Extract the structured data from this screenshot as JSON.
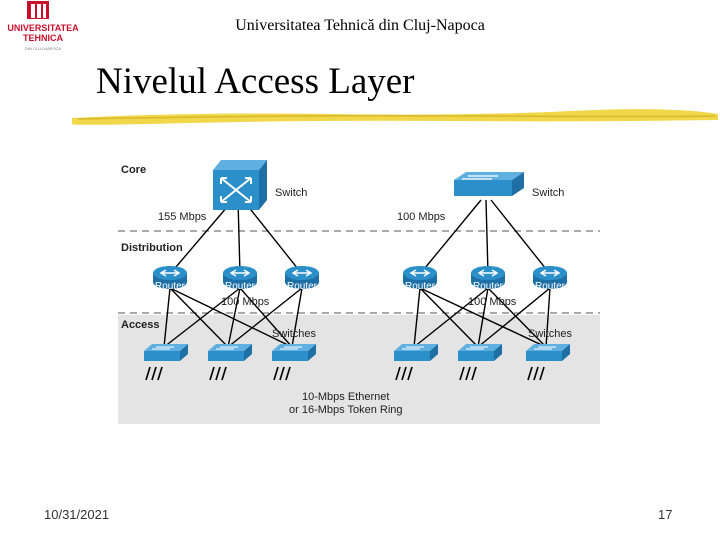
{
  "logo": {
    "line1": "UNIVERSITATEA",
    "line2": "TEHNICA",
    "line3": "DIN CLUJ-NAPOCA"
  },
  "header": {
    "text": "Universitatea Tehnică din Cluj-Napoca"
  },
  "title": "Nivelul Access Layer",
  "diagram": {
    "layers": {
      "core": "Core",
      "distribution": "Distribution",
      "access": "Access"
    },
    "labels": {
      "switch_left": "Switch",
      "switch_right": "Switch",
      "speed_155": "155 Mbps",
      "speed_100_core": "100 Mbps",
      "speed_100_dist_left": "100 Mbps",
      "speed_100_dist_right": "100 Mbps",
      "switches_left": "Switches",
      "switches_right": "Switches",
      "access_media_line1": "10-Mbps Ethernet",
      "access_media_line2": "or 16-Mbps Token Ring"
    },
    "router_label": "Router",
    "colors": {
      "device": "#2b8fc9",
      "access_band": "#e4e4e4",
      "line": "#000000",
      "label": "#ffffff"
    }
  },
  "footer": {
    "date": "10/31/2021",
    "page": "17"
  }
}
